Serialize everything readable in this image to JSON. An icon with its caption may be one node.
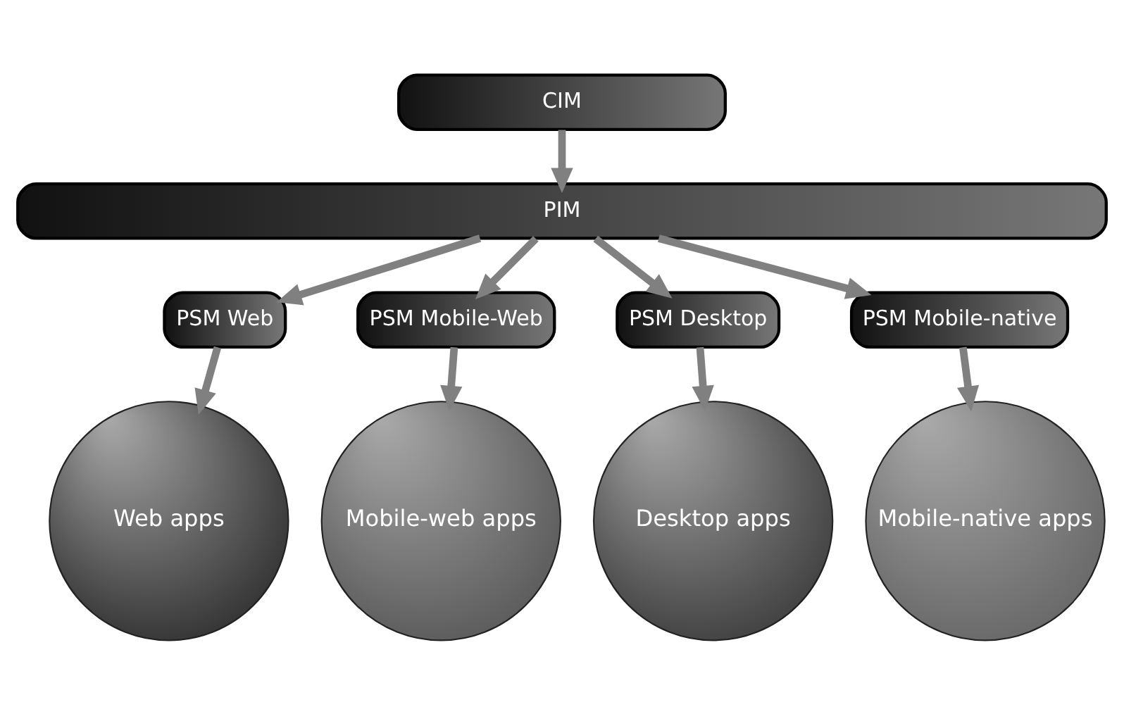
{
  "diagram": {
    "nodes": [
      {
        "text": [
          "CIM"
        ]
      },
      {
        "text": [
          "PIM"
        ]
      },
      {
        "text": [
          "PSM Web"
        ]
      },
      {
        "text": [
          "PSM Mobile-Web"
        ]
      },
      {
        "text": [
          "PSM Desktop"
        ]
      },
      {
        "text": [
          "PSM Mobile-native"
        ]
      },
      {
        "text": [
          "Web apps"
        ]
      },
      {
        "text": [
          "Mobile-web apps"
        ]
      },
      {
        "text": [
          "Desktop apps"
        ]
      },
      {
        "text": [
          "Mobile-native apps"
        ]
      }
    ],
    "edges": [
      {
        "from": 0,
        "to": 1,
        "arrow": "to"
      },
      {
        "from": 1,
        "to": 2,
        "arrow": "to"
      },
      {
        "from": 1,
        "to": 3,
        "arrow": "to"
      },
      {
        "from": 1,
        "to": 4,
        "arrow": "to"
      },
      {
        "from": 1,
        "to": 5,
        "arrow": "to"
      },
      {
        "from": 2,
        "to": 6,
        "arrow": "to"
      },
      {
        "from": 3,
        "to": 7,
        "arrow": "to"
      },
      {
        "from": 4,
        "to": 8,
        "arrow": "to"
      },
      {
        "from": 5,
        "to": 9,
        "arrow": "to"
      }
    ]
  }
}
